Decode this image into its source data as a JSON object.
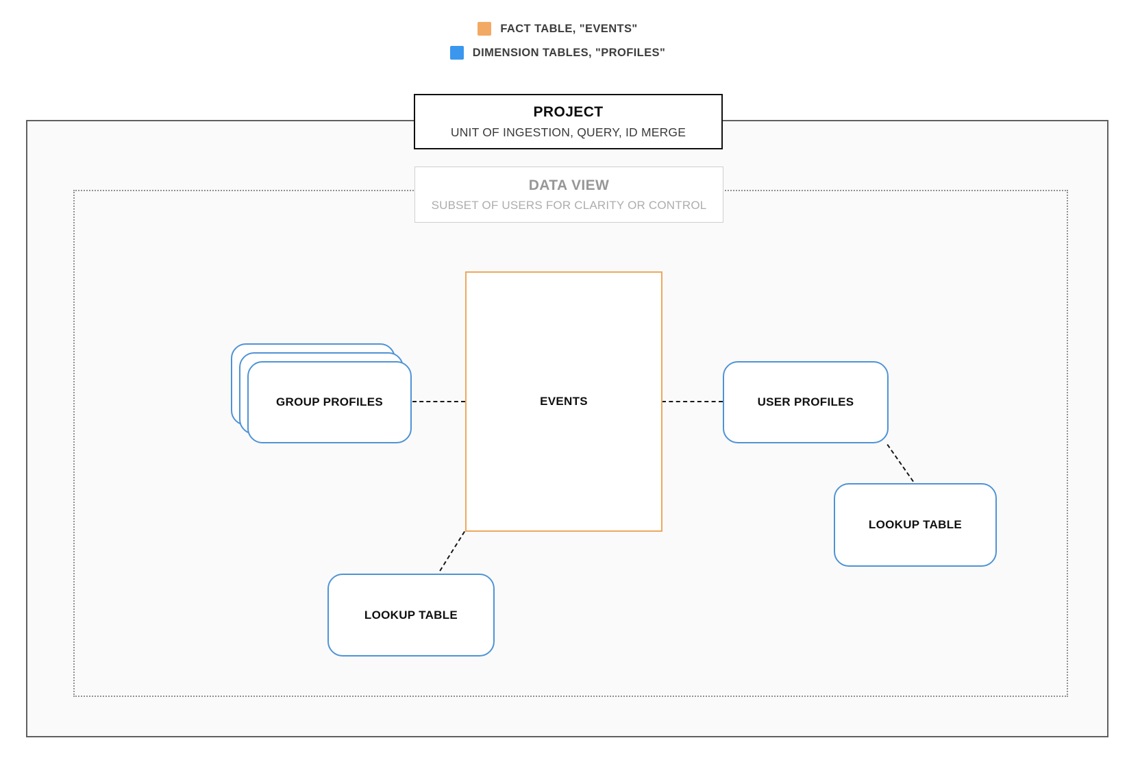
{
  "legend": {
    "items": [
      {
        "name": "fact-table",
        "label": "FACT TABLE, \"EVENTS\"",
        "color": "#F2A963"
      },
      {
        "name": "dimension-tables",
        "label": "DIMENSION TABLES, \"PROFILES\"",
        "color": "#3B97EE"
      }
    ]
  },
  "project_box": {
    "title": "PROJECT",
    "subtitle": "UNIT OF INGESTION, QUERY, ID MERGE"
  },
  "data_view_box": {
    "title": "DATA VIEW",
    "subtitle": "SUBSET OF USERS FOR CLARITY OR CONTROL"
  },
  "nodes": {
    "events": {
      "label": "EVENTS",
      "border_color": "#EDA75D"
    },
    "group_profiles": {
      "label": "GROUP PROFILES",
      "border_color": "#4E93D5"
    },
    "user_profiles": {
      "label": "USER PROFILES",
      "border_color": "#4E93D5"
    },
    "lookup_table_left": {
      "label": "LOOKUP TABLE",
      "border_color": "#4E93D5"
    },
    "lookup_table_right": {
      "label": "LOOKUP TABLE",
      "border_color": "#4E93D5"
    }
  },
  "connections": [
    {
      "from": "group_profiles",
      "to": "events",
      "style": "dashed"
    },
    {
      "from": "events",
      "to": "user_profiles",
      "style": "dashed"
    },
    {
      "from": "events",
      "to": "lookup_table_left",
      "style": "dashed"
    },
    {
      "from": "user_profiles",
      "to": "lookup_table_right",
      "style": "dashed"
    }
  ]
}
